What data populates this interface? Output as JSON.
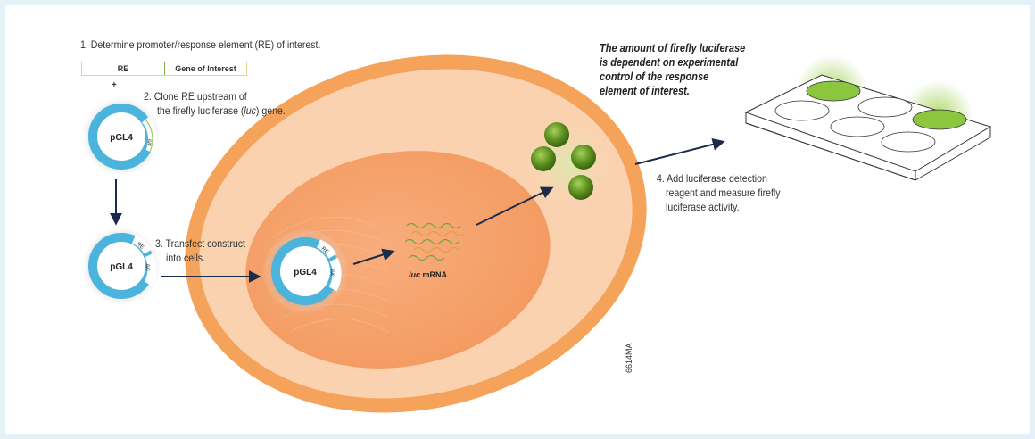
{
  "steps": {
    "step1": "1. Determine promoter/response element (RE) of interest.",
    "step2_line1": "2. Clone RE upstream of",
    "step2_line2_pre": "the firefly luciferase (",
    "step2_line2_italic": "luc",
    "step2_line2_post": ") gene.",
    "step3_line1": "3. Transfect construct",
    "step3_line2": "into cells.",
    "step4_line1": "4. Add luciferase detection",
    "step4_line2": "reagent and measure firefly",
    "step4_line3": "luciferase activity."
  },
  "note": {
    "line1": "The amount of firefly luciferase",
    "line2": "is dependent on experimental",
    "line3": "control of the response",
    "line4": "element of interest."
  },
  "re_bar": {
    "re": "RE",
    "gene": "Gene of Interest"
  },
  "plus": "+",
  "plasmid_label": "pGL4",
  "plasmid_segment_re": "RE",
  "plasmid_segment_luc": "luc",
  "mrna_italic": "luc",
  "mrna_label": " mRNA",
  "figure_id": "6614MA",
  "colors": {
    "background": "#e4f1f9",
    "cell_outer": "#f5a25a",
    "cell_cytoplasm": "#fbd2b0",
    "nucleus": "#f6a36c",
    "plasmid_ring": "#4ab4dc",
    "protein": "#5a8f1e",
    "well_glow": "#8cc63f",
    "arrow": "#1c2b4a"
  }
}
